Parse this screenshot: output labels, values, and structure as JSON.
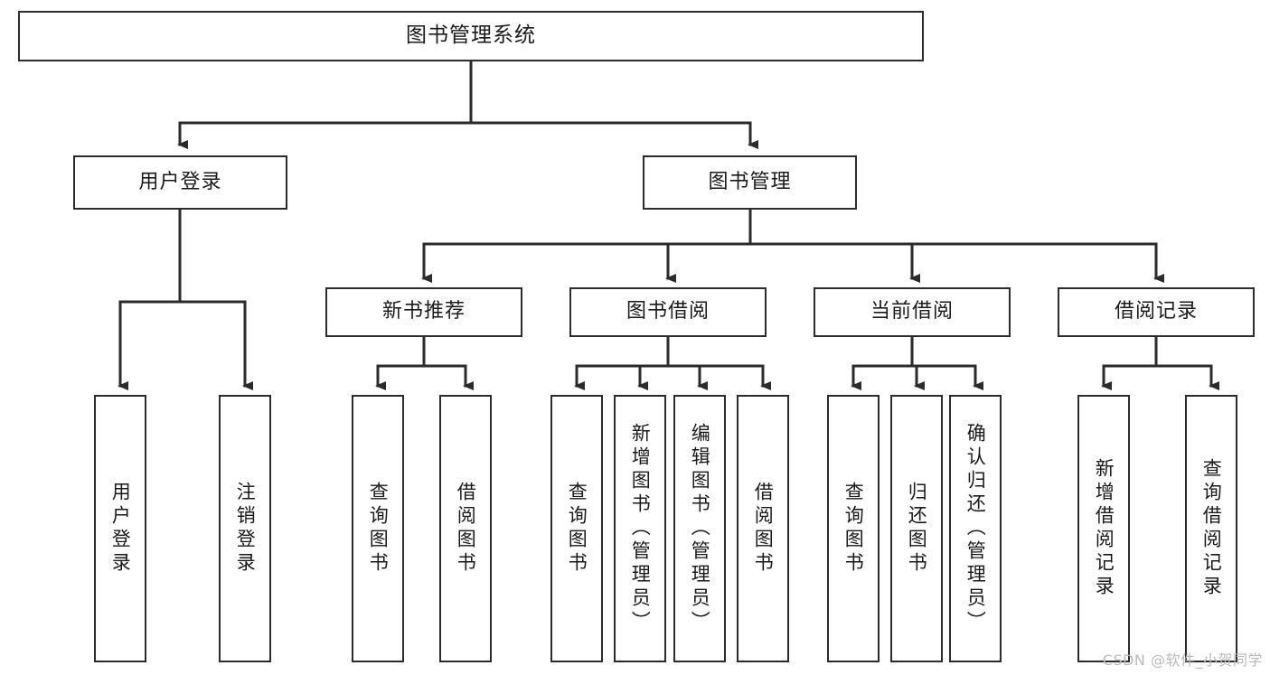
{
  "diagram": {
    "type": "tree",
    "title": "图书管理系统",
    "watermark": "CSDN @软件_小贺同学",
    "colors": {
      "stroke": "#2b2b2b",
      "fill": "#ffffff",
      "text": "#1a1a1a",
      "watermark": "#b9b9b9"
    },
    "root": {
      "label": "图书管理系统"
    },
    "level1": [
      {
        "id": "user-login",
        "label": "用户登录"
      },
      {
        "id": "book-manage",
        "label": "图书管理"
      }
    ],
    "level2": [
      {
        "id": "new-book-recommend",
        "label": "新书推荐",
        "parent": "book-manage"
      },
      {
        "id": "book-borrow",
        "label": "图书借阅",
        "parent": "book-manage"
      },
      {
        "id": "current-borrow",
        "label": "当前借阅",
        "parent": "book-manage"
      },
      {
        "id": "borrow-record",
        "label": "借阅记录",
        "parent": "book-manage"
      }
    ],
    "leaves": [
      {
        "id": "leaf-user-login",
        "label": "用户登录",
        "parent": "user-login"
      },
      {
        "id": "leaf-logout-login",
        "label": "注销登录",
        "parent": "user-login"
      },
      {
        "id": "leaf-query-book-1",
        "label": "查询图书",
        "parent": "new-book-recommend"
      },
      {
        "id": "leaf-borrow-book-1",
        "label": "借阅图书",
        "parent": "new-book-recommend"
      },
      {
        "id": "leaf-query-book-2",
        "label": "查询图书",
        "parent": "book-borrow"
      },
      {
        "id": "leaf-add-book",
        "label": "新增图书（管理员）",
        "parent": "book-borrow"
      },
      {
        "id": "leaf-edit-book",
        "label": "编辑图书（管理员）",
        "parent": "book-borrow"
      },
      {
        "id": "leaf-borrow-book-2",
        "label": "借阅图书",
        "parent": "book-borrow"
      },
      {
        "id": "leaf-query-book-3",
        "label": "查询图书",
        "parent": "current-borrow"
      },
      {
        "id": "leaf-return-book",
        "label": "归还图书",
        "parent": "current-borrow"
      },
      {
        "id": "leaf-confirm-return",
        "label": "确认归还（管理员）",
        "parent": "current-borrow"
      },
      {
        "id": "leaf-add-record",
        "label": "新增借阅记录",
        "parent": "borrow-record"
      },
      {
        "id": "leaf-query-record",
        "label": "查询借阅记录",
        "parent": "borrow-record"
      }
    ]
  }
}
